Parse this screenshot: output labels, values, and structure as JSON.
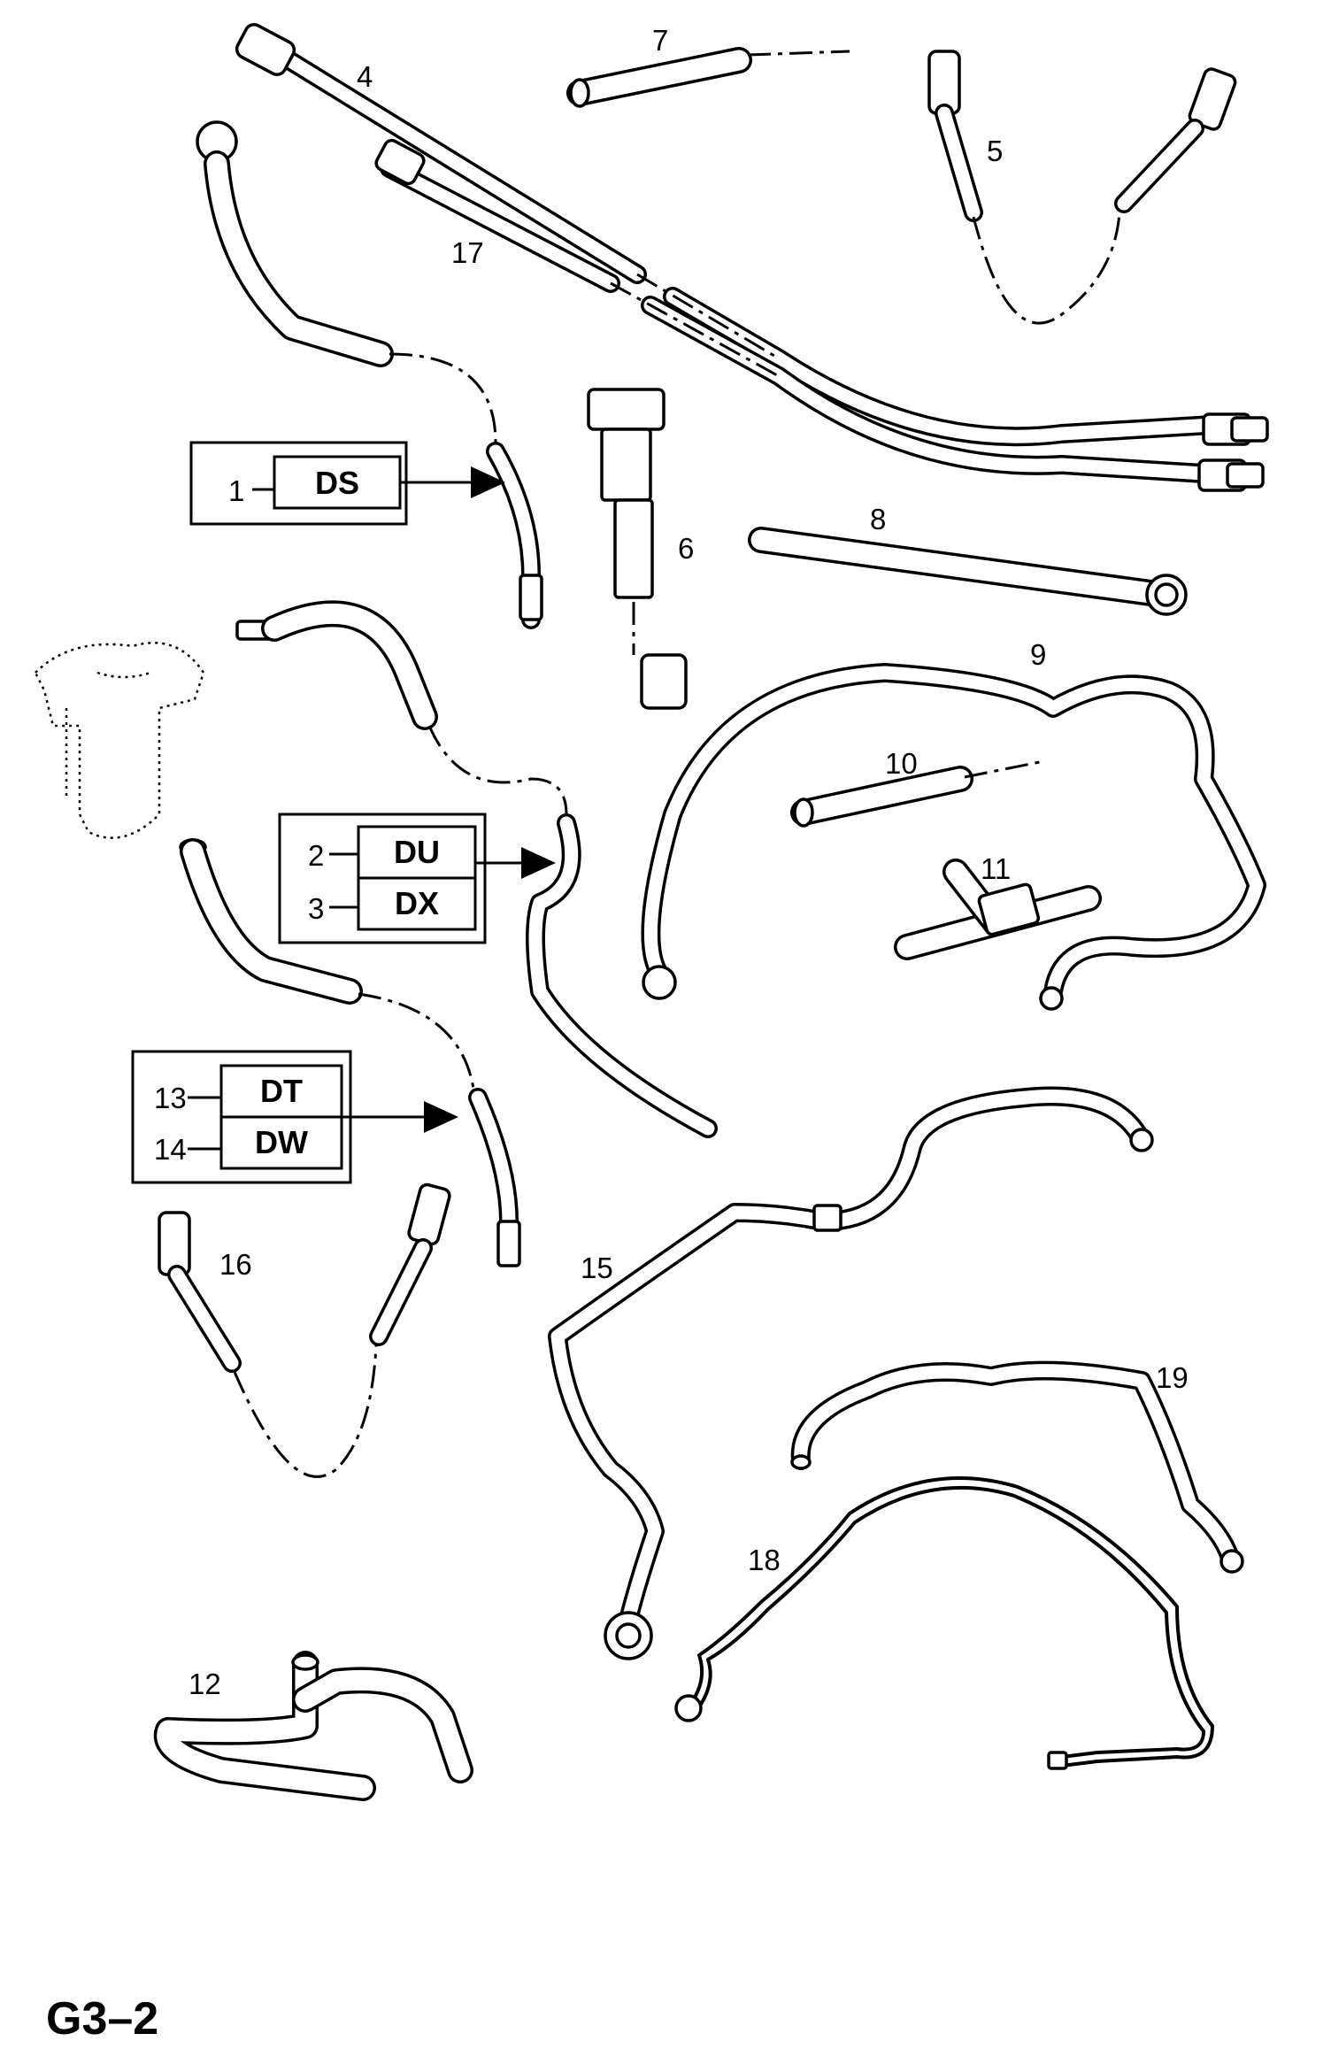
{
  "page_id": "G3–2",
  "callouts": {
    "c1": "1",
    "c2": "2",
    "c3": "3",
    "c4": "4",
    "c5": "5",
    "c6": "6",
    "c7": "7",
    "c8": "8",
    "c9": "9",
    "c10": "10",
    "c11": "11",
    "c12": "12",
    "c13": "13",
    "c14": "14",
    "c15": "15",
    "c16": "16",
    "c17": "17",
    "c18": "18",
    "c19": "19"
  },
  "codes": {
    "ds": "DS",
    "du": "DU",
    "dx": "DX",
    "dt": "DT",
    "dw": "DW"
  }
}
